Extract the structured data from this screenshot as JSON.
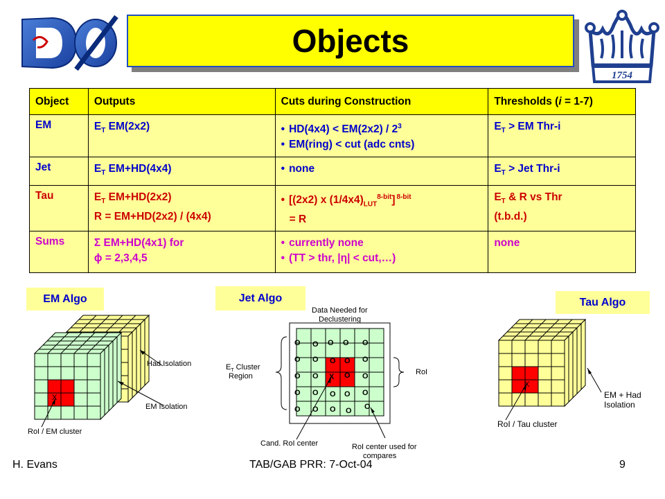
{
  "title": "Objects",
  "table": {
    "headers": [
      "Object",
      "Outputs",
      "Cuts during Construction",
      "Thresholds (i = 1-7)"
    ],
    "rows": [
      {
        "object": "EM",
        "outputs": [
          "E",
          "T",
          " EM(2x2)"
        ],
        "cuts": [
          "HD(4x4) < EM(2x2) / 2",
          "3",
          "EM(ring) < cut (adc cnts)"
        ],
        "thresholds": [
          "E",
          "T",
          " > EM Thr-i"
        ]
      },
      {
        "object": "Jet",
        "outputs": [
          "E",
          "T",
          " EM+HD(4x4)"
        ],
        "cuts": [
          "none"
        ],
        "thresholds": [
          "E",
          "T",
          " > Jet Thr-i"
        ]
      },
      {
        "object": "Tau",
        "outputs": [
          "E",
          "T",
          " EM+HD(2x2)",
          "R = EM+HD(2x2) / (4x4)"
        ],
        "cuts": [
          "[(2x2) x (1/4x4)",
          "LUT",
          "8-bit",
          "]",
          "8-bit",
          "= R"
        ],
        "thresholds": [
          "E",
          "T",
          " & R vs Thr",
          "(t.b.d.)"
        ]
      },
      {
        "object": "Sums",
        "outputs": [
          "Σ EM+HD(4x1) for",
          "ϕ = 2,3,4,5"
        ],
        "cuts": [
          "currently none",
          "(TT > thr, |η| < cut,…)"
        ],
        "thresholds": [
          "none"
        ]
      }
    ]
  },
  "algos": {
    "em": {
      "label": "EM Algo",
      "had_isolation": "Had Isolation",
      "em_isolation": "EM Isolation",
      "roi": "RoI / EM cluster",
      "x_mark": "X"
    },
    "jet": {
      "label": "Jet Algo",
      "data_needed": [
        "Data Needed for",
        "Declustering"
      ],
      "cluster_region": [
        "E",
        "T",
        " Cluster",
        "Region"
      ],
      "roi": "RoI",
      "cand_center": "Cand. RoI center",
      "roi_center_used": [
        "RoI center used for",
        "compares"
      ],
      "cell_mark": "O",
      "x_mark": "X"
    },
    "tau": {
      "label": "Tau Algo",
      "em_had_isolation": [
        "EM + Had",
        "Isolation"
      ],
      "roi": "RoI / Tau cluster",
      "x_mark": "X"
    }
  },
  "footer": {
    "author": "H. Evans",
    "event": "TAB/GAB PRR: 7-Oct-04",
    "page": "9"
  },
  "colors": {
    "title_bg": "#ffff00",
    "table_bg": "#ffff99",
    "em_text": "#0000cc",
    "jet_text": "#0000cc",
    "tau_text": "#cc0000",
    "sums_text": "#cc00cc",
    "cube_front_green": "#ccffcc",
    "cube_yellow": "#ffff99",
    "roi_red": "#ff0000"
  }
}
